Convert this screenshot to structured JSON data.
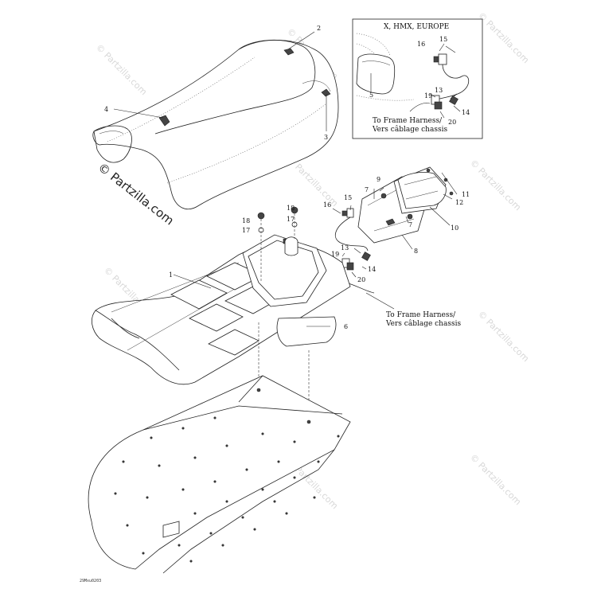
{
  "copyright": "© Partzilla.com",
  "watermark": "© Partzilla.com",
  "inset": {
    "title": "X, HMX, EUROPE",
    "harness_label_1": "To Frame Harness/",
    "harness_label_2": "Vers câblage chassis"
  },
  "main_harness_label_1": "To Frame Harness/",
  "main_harness_label_2": "Vers câblage chassis",
  "diagram_id": "29Mxu0203",
  "part_numbers": {
    "p1": "1",
    "p2": "2",
    "p3": "3",
    "p4": "4",
    "p5": "5",
    "p6": "6",
    "p7a": "7",
    "p7b": "7",
    "p8": "8",
    "p9": "9",
    "p10": "10",
    "p11": "11",
    "p12": "12",
    "p13": "13",
    "p13i": "13",
    "p14": "14",
    "p14i": "14",
    "p15": "15",
    "p15i": "15",
    "p16": "16",
    "p16i": "16",
    "p17a": "17",
    "p17b": "17",
    "p18a": "18",
    "p18b": "18",
    "p19": "19",
    "p19i": "19",
    "p20": "20",
    "p20i": "20"
  }
}
